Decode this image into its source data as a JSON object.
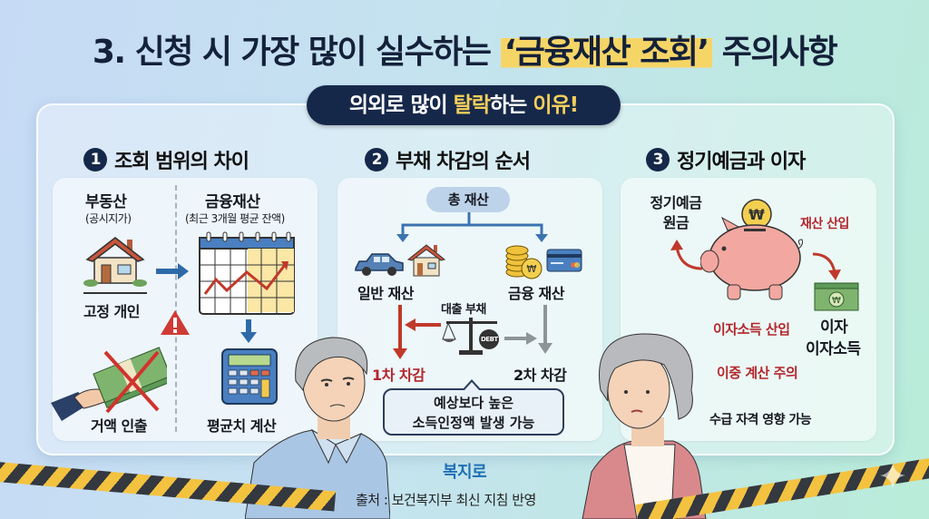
{
  "header": {
    "title_prefix": "3. 신청 시 가장 많이 실수하는 ",
    "title_highlight": "‘금융재산 조회’",
    "title_suffix": " 주의사항",
    "subtitle_a": "의외로 많이 ",
    "subtitle_b": "탈락",
    "subtitle_c": "하는 ",
    "subtitle_d": "이유!"
  },
  "sections": [
    {
      "number": "1",
      "heading": "조회 범위의 차이",
      "left_title": "부동산",
      "left_sub": "(공시지가)",
      "left_caption": "고정 개인",
      "right_title": "금융재산",
      "right_sub": "(최근 3개월 평균 잔액)",
      "bottom_left": "거액 인출",
      "bottom_right": "평균치 계산",
      "icons": [
        "house-icon",
        "calendar-chart-icon",
        "warning-icon",
        "cash-crossed-icon",
        "calculator-icon"
      ]
    },
    {
      "number": "2",
      "heading": "부채 차감의 순서",
      "top_pill": "총 재산",
      "left_label": "일반 재산",
      "right_label": "금융 재산",
      "center_label": "대출 부채",
      "debt_tag": "DEBT",
      "first_deduct": "1차 차감",
      "second_deduct": "2차 차감",
      "bubble_line1": "예상보다 높은",
      "bubble_line2": "소득인정액 발생 가능",
      "icons": [
        "car-icon",
        "house-icon",
        "coins-icon",
        "credit-card-icon",
        "scale-icon"
      ]
    },
    {
      "number": "3",
      "heading": "정기예금과 이자",
      "principal_line1": "정기예금",
      "principal_line2": "원금",
      "asset_inclusion": "재산 산입",
      "income_inclusion": "이자소득 산입",
      "interest_line1": "이자",
      "interest_line2": "이자소득",
      "double_count": "이중 계산 주의",
      "eligibility": "수급 자격 영향 가능",
      "won_symbol": "₩",
      "icons": [
        "piggy-bank-icon",
        "won-coin-icon",
        "banknote-icon"
      ]
    }
  ],
  "footer": {
    "brand": "복지로",
    "source": "출처 : 보건복지부 최신 지침 반영"
  },
  "colors": {
    "navy": "#16284a",
    "highlight": "#f6d567",
    "red": "#b3262b",
    "brand_blue": "#1f6fb5"
  }
}
